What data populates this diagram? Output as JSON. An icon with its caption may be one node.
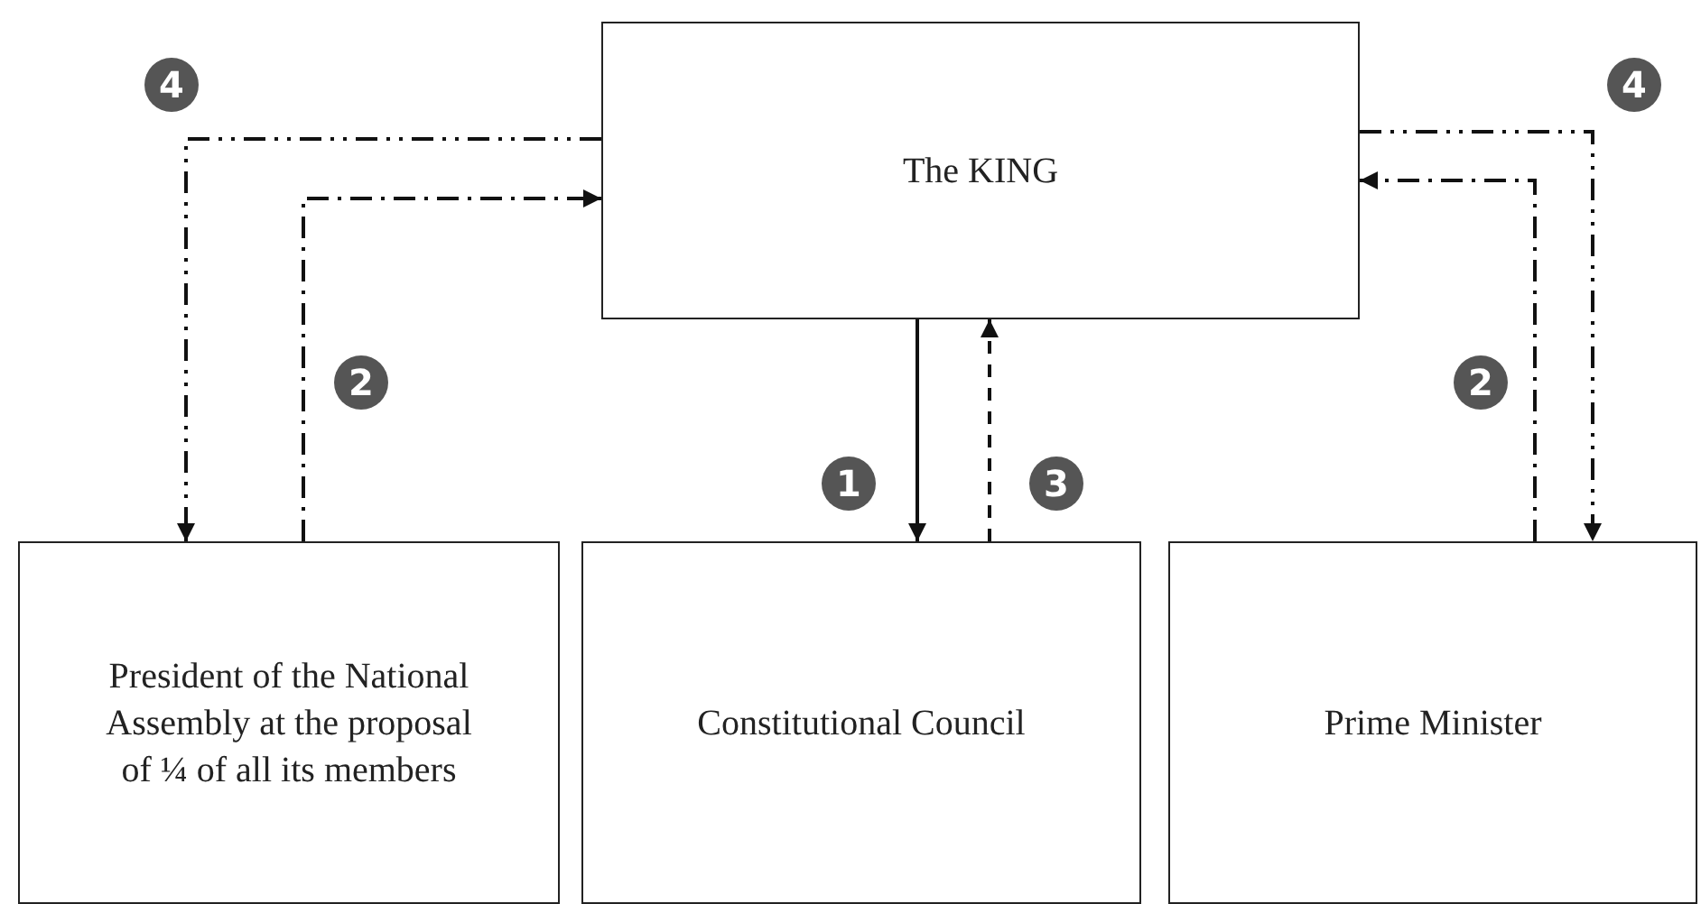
{
  "diagram": {
    "nodes": [
      {
        "text": [
          "The KING"
        ]
      },
      {
        "text": [
          "President of the National Assembly at the proposal of ¼ of all its members"
        ]
      },
      {
        "text": [
          "Constitutional Council"
        ]
      },
      {
        "text": [
          "Prime Minister"
        ]
      }
    ],
    "edges": [
      {
        "from": 0,
        "to": 1,
        "arrow": "to",
        "label": "4",
        "style": "dashed"
      },
      {
        "from": 1,
        "to": 0,
        "arrow": "to",
        "label": "2",
        "style": "dashed"
      },
      {
        "from": 0,
        "to": 2,
        "arrow": "to",
        "label": "1"
      },
      {
        "from": 2,
        "to": 0,
        "arrow": "to",
        "label": "3",
        "style": "dashed"
      },
      {
        "from": 3,
        "to": 0,
        "arrow": "to",
        "label": "2",
        "style": "dashed"
      },
      {
        "from": 0,
        "to": 3,
        "arrow": "to",
        "label": "4",
        "style": "dashed"
      }
    ]
  }
}
